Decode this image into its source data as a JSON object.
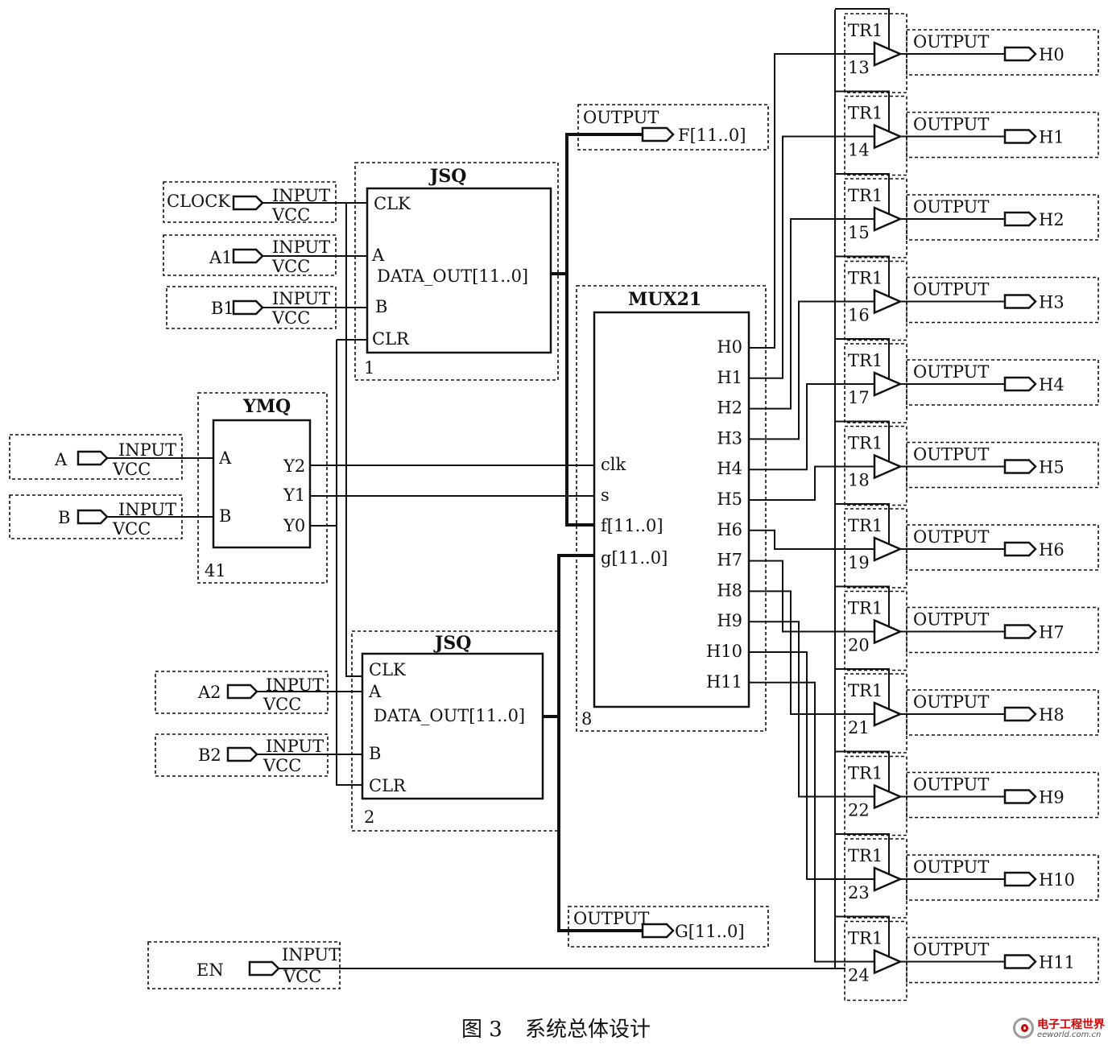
{
  "caption": {
    "figure": "图 3",
    "title": "系统总体设计"
  },
  "watermark": {
    "brand": "电子工程世界",
    "site": "eeworld.com.cn"
  },
  "labels": {
    "input": "INPUT",
    "output": "OUTPUT",
    "vcc": "VCC",
    "buffer": "TR1"
  },
  "inputs": [
    {
      "name": "CLOCK"
    },
    {
      "name": "A1"
    },
    {
      "name": "B1"
    },
    {
      "name": "A"
    },
    {
      "name": "B"
    },
    {
      "name": "A2"
    },
    {
      "name": "B2"
    },
    {
      "name": "EN"
    }
  ],
  "blocks": {
    "ymq": {
      "title": "YMQ",
      "id": "41",
      "pins_in": [
        "A",
        "B"
      ],
      "pins_out": [
        "Y2",
        "Y1",
        "Y0"
      ]
    },
    "jsq1": {
      "title": "JSQ",
      "id": "1",
      "pins": [
        "CLK",
        "A",
        "B",
        "CLR"
      ],
      "out": "DATA_OUT[11..0]"
    },
    "jsq2": {
      "title": "JSQ",
      "id": "2",
      "pins": [
        "CLK",
        "A",
        "B",
        "CLR"
      ],
      "out": "DATA_OUT[11..0]"
    },
    "mux": {
      "title": "MUX21",
      "id": "8",
      "pins_in": [
        "clk",
        "s",
        "f[11..0]",
        "g[11..0]"
      ],
      "pins_out": [
        "H0",
        "H1",
        "H2",
        "H3",
        "H4",
        "H5",
        "H6",
        "H7",
        "H8",
        "H9",
        "H10",
        "H11"
      ]
    }
  },
  "bus_outputs": [
    {
      "name": "F[11..0]"
    },
    {
      "name": "G[11..0]"
    }
  ],
  "buffers": [
    {
      "id": "13",
      "out": "H0"
    },
    {
      "id": "14",
      "out": "H1"
    },
    {
      "id": "15",
      "out": "H2"
    },
    {
      "id": "16",
      "out": "H3"
    },
    {
      "id": "17",
      "out": "H4"
    },
    {
      "id": "18",
      "out": "H5"
    },
    {
      "id": "19",
      "out": "H6"
    },
    {
      "id": "20",
      "out": "H7"
    },
    {
      "id": "21",
      "out": "H8"
    },
    {
      "id": "22",
      "out": "H9"
    },
    {
      "id": "23",
      "out": "H10"
    },
    {
      "id": "24",
      "out": "H11"
    }
  ]
}
